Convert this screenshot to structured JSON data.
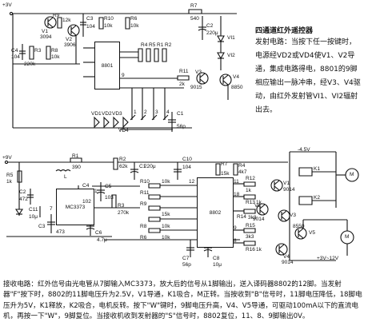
{
  "transmitter": {
    "supply": "+3V",
    "title": "四通道红外遥控器",
    "description": "发射电路：当按下任一按键时，电源经VD2或VD4使V1、V2导通，集成电路得电，8801的9脚相应输出一脉冲串，经V3、V4驱动，由红外发射管VI1、VI2辐射出去。",
    "ic": "8801",
    "labels": {
      "R9": "R9",
      "R9v": "12k",
      "C3": "C3",
      "C3v": "104",
      "R10": "R10",
      "R10v": "10k",
      "R6": "R6",
      "R6v": "10k",
      "R7": "R7",
      "R7v": "540",
      "C2": "C2",
      "C2v": "220μ",
      "V1": "V1",
      "V1t": "3094",
      "V2": "V2",
      "V2t": "3906",
      "C4": "C4",
      "C4v": "104",
      "R3": "R3",
      "R3v": "220k",
      "R8": "R8",
      "R8v": "10k",
      "R4": "R4",
      "R5": "R5",
      "R1": "R1",
      "R2": "R2",
      "V3": "V3",
      "V3t": "9015",
      "V4": "V4",
      "V4t": "8850",
      "R11": "R11",
      "R11v": "2k",
      "VI1": "VI1",
      "VI2": "VI2",
      "C1": "C1",
      "C1v": "56p",
      "VD": [
        "VD1",
        "VD2",
        "VD3",
        "VD4"
      ],
      "keys": [
        "1",
        "2",
        "3",
        "4"
      ],
      "pin9": "9"
    }
  },
  "receiver": {
    "supply": "+9V",
    "supply_motor1": "-4.5V",
    "supply_motor2": "+3V~12V",
    "description": "接收电路：红外信号由光电管从7脚输入MC3373，放大后的信号从1脚输出，送入译码器8802的12脚。当发射器\"F\"按下时，8802的11脚电压升为2.5V，V1导通，K1吸合，M正转。当按收到\"B\"信号时，11脚电压降低，18脚电压升为5V，K1释放，K2吸合，电机反转。按下\"W\"键时，9脚电压升高，V4、V5导通，可驱动100mA以下的直流电机，再按一下\"W\"，9脚复位。当接收机收到发射器的\"S\"信号时，8802复位，11、8、9脚输出0V。",
    "ic1": "MC3373",
    "ic2": "8802",
    "labels": {
      "R1": "R1",
      "R1v": "390",
      "R2": "R2",
      "R2v": "62k",
      "C1": "C1",
      "C1v": "220μ",
      "C10": "C10",
      "C10v": "104",
      "R5": "R5",
      "R5v": "1k",
      "R4": "R4",
      "R4v": "4k7",
      "R7": "R7",
      "R7v": "15k",
      "C2": "C2",
      "C2v": "472",
      "L": "L",
      "C3": "C3",
      "C3v": "473",
      "C4": "C4",
      "C4v": "102",
      "C6": "C6",
      "C6v": "4.7μ",
      "C5": "C5",
      "C5v": "103",
      "R3": "R3",
      "R3v": "270k",
      "C11": "C11",
      "C11v": "10μ",
      "R10": "R10",
      "R10v": "10k",
      "R11": "R11",
      "R9": "R9",
      "R9v": "15k",
      "R12": "R12",
      "R12v": "1k",
      "R13": "R13",
      "R13v": "1k",
      "R14": "R14",
      "R14v": "3k3",
      "R15": "R15",
      "R15v": "3k3",
      "R16": "R16",
      "R16v": "1k",
      "R8": "R8",
      "R8v": "10k",
      "R6": "R6",
      "R6v": "10k",
      "C7": "C7",
      "C7v": "56p",
      "C8": "C8",
      "C8v": "10μ",
      "V1": "V1",
      "V1t": "9014",
      "V2": "V2",
      "V2t": "9014",
      "V3": "V3",
      "V3t": "8550",
      "V4": "V4",
      "V4t": "9014",
      "V5": "V5",
      "K1": "K1",
      "K2": "K2",
      "M": "M",
      "pins": [
        "12",
        "11",
        "18",
        "9",
        "8",
        "7",
        "1"
      ]
    }
  }
}
